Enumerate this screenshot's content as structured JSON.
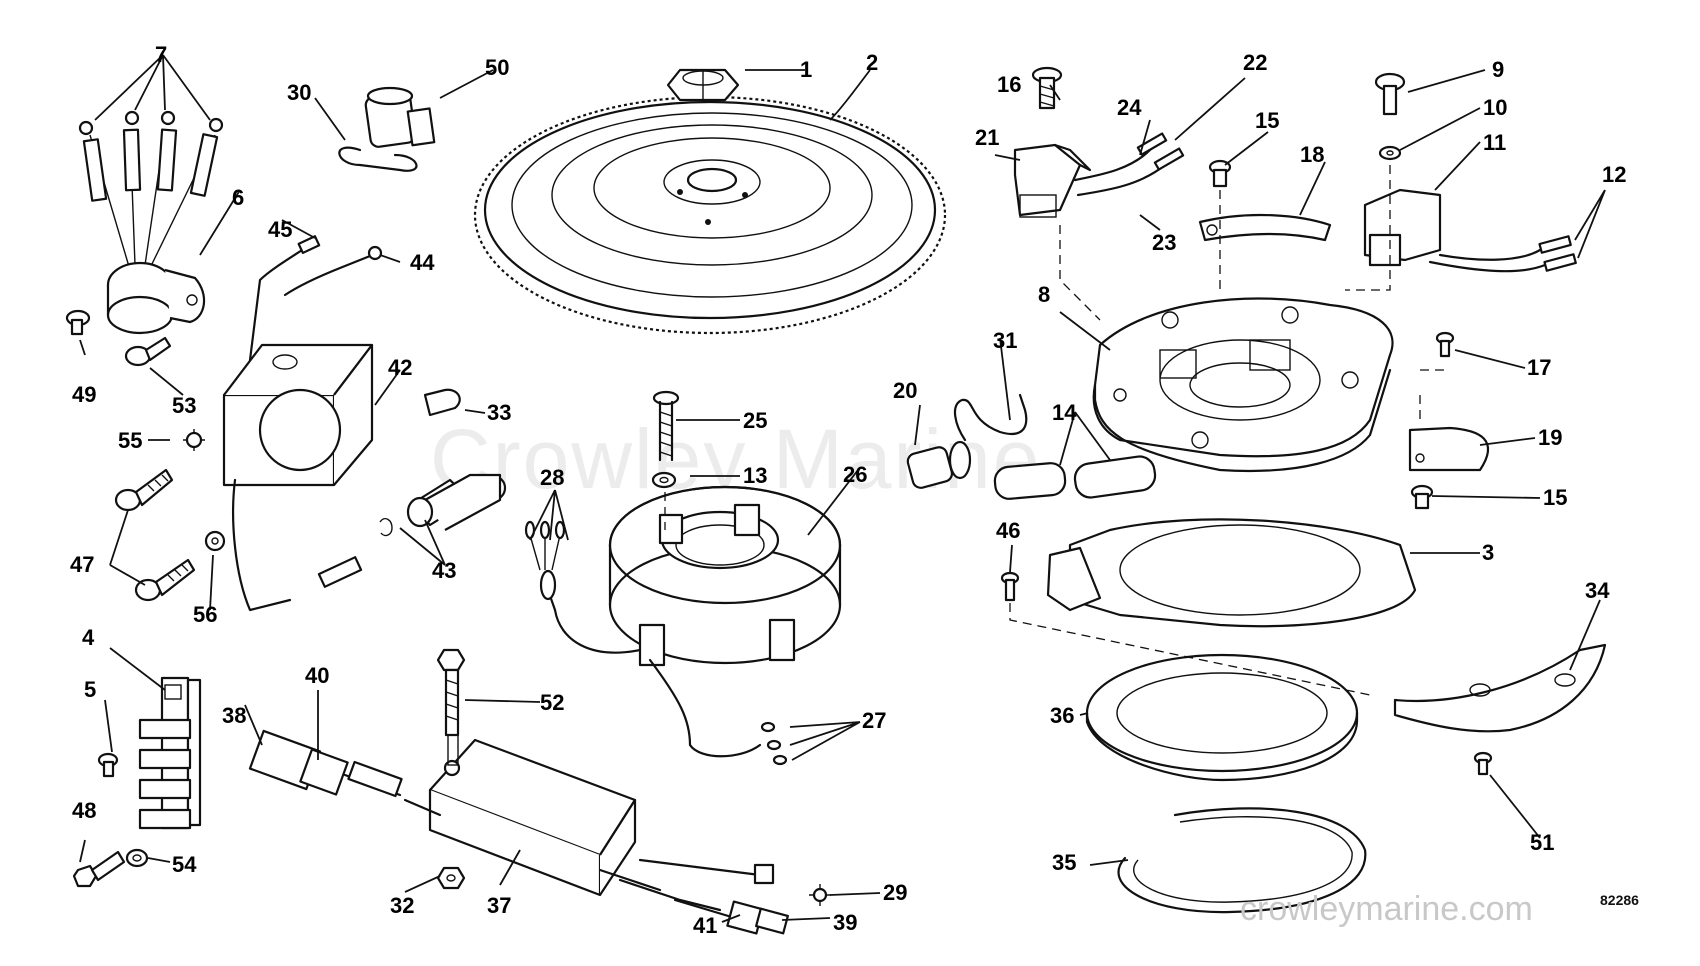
{
  "diagram": {
    "watermark": "Crowley Marine",
    "site_url": "crowleymarine.com",
    "diagram_code": "82286",
    "callouts": [
      "1",
      "2",
      "3",
      "4",
      "5",
      "6",
      "7",
      "8",
      "9",
      "10",
      "11",
      "12",
      "13",
      "14",
      "15",
      "16",
      "17",
      "18",
      "19",
      "20",
      "21",
      "22",
      "23",
      "24",
      "25",
      "26",
      "27",
      "28",
      "29",
      "30",
      "31",
      "32",
      "33",
      "34",
      "35",
      "36",
      "37",
      "38",
      "39",
      "40",
      "41",
      "42",
      "43",
      "44",
      "45",
      "46",
      "47",
      "48",
      "49",
      "50",
      "51",
      "52",
      "53",
      "54",
      "55",
      "56"
    ]
  }
}
